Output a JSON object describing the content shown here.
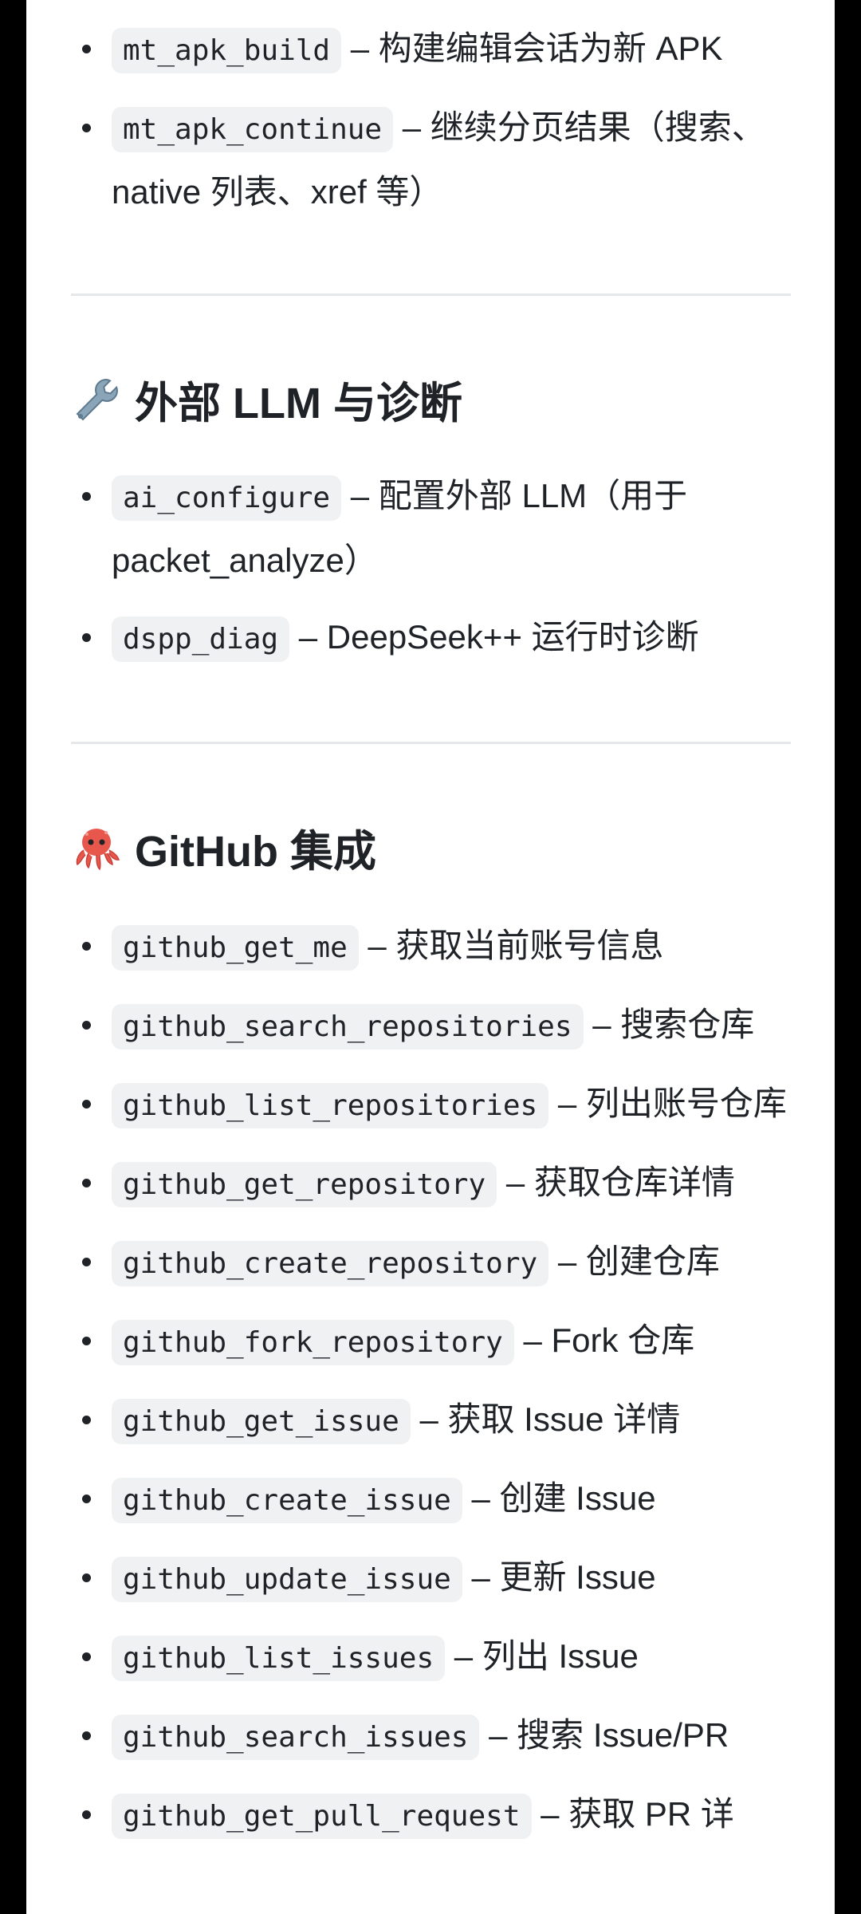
{
  "apk_section": {
    "items": [
      {
        "code": "mt_apk_build",
        "desc": " – 构建编辑会话为新 APK"
      },
      {
        "code": "mt_apk_continue",
        "desc": " – 继续分页结果（搜索、native 列表、xref 等）"
      }
    ]
  },
  "llm_section": {
    "emoji": "wrench-icon",
    "title": "外部 LLM 与诊断",
    "items": [
      {
        "code": "ai_configure",
        "desc": " – 配置外部 LLM（用于 packet_analyze）"
      },
      {
        "code": "dspp_diag",
        "desc": " – DeepSeek++ 运行时诊断"
      }
    ]
  },
  "github_section": {
    "emoji": "octopus-icon",
    "title": "GitHub 集成",
    "items": [
      {
        "code": "github_get_me",
        "desc": " – 获取当前账号信息"
      },
      {
        "code": "github_search_repositories",
        "desc": " – 搜索仓库"
      },
      {
        "code": "github_list_repositories",
        "desc": " – 列出账号仓库"
      },
      {
        "code": "github_get_repository",
        "desc": " – 获取仓库详情"
      },
      {
        "code": "github_create_repository",
        "desc": " – 创建仓库"
      },
      {
        "code": "github_fork_repository",
        "desc": " – Fork 仓库"
      },
      {
        "code": "github_get_issue",
        "desc": " – 获取 Issue 详情"
      },
      {
        "code": "github_create_issue",
        "desc": " – 创建 Issue"
      },
      {
        "code": "github_update_issue",
        "desc": " – 更新 Issue"
      },
      {
        "code": "github_list_issues",
        "desc": " – 列出 Issue"
      },
      {
        "code": "github_search_issues",
        "desc": " – 搜索 Issue/PR"
      },
      {
        "code": "github_get_pull_request",
        "desc": " – 获取 PR 详"
      }
    ]
  },
  "colors": {
    "text": "#1f2328",
    "code_bg": "#eff1f3",
    "divider": "#e5e7eb",
    "frame": "#000000"
  }
}
